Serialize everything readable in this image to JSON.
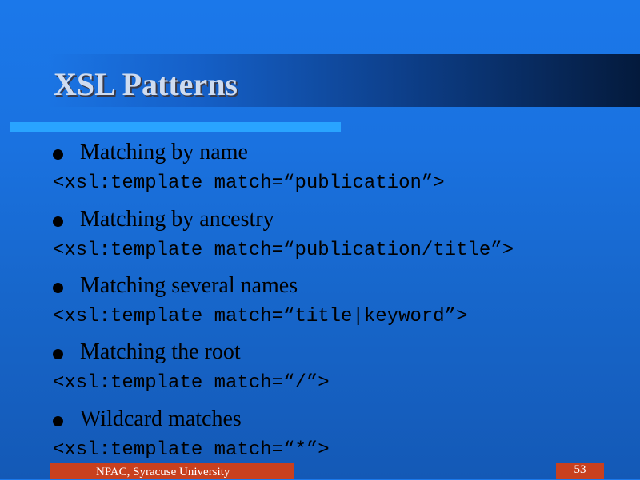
{
  "slide": {
    "title": "XSL Patterns",
    "items": [
      {
        "bullet": "Matching by name",
        "code": "<xsl:template match=“publication”>"
      },
      {
        "bullet": "Matching by ancestry",
        "code": "<xsl:template match=“publication/title”>"
      },
      {
        "bullet": "Matching several names",
        "code": "<xsl:template match=“title|keyword”>"
      },
      {
        "bullet": "Matching the root",
        "code": "<xsl:template match=“/”>"
      },
      {
        "bullet": "Wildcard matches",
        "code": "<xsl:template match=“*”>"
      }
    ]
  },
  "footer": {
    "organization": "NPAC, Syracuse University",
    "page_number": "53"
  },
  "colors": {
    "background": "#1a72e0",
    "accent_rule": "#29a4ff",
    "footer_bar": "#c8401e",
    "title_text": "#cfdcf0"
  }
}
